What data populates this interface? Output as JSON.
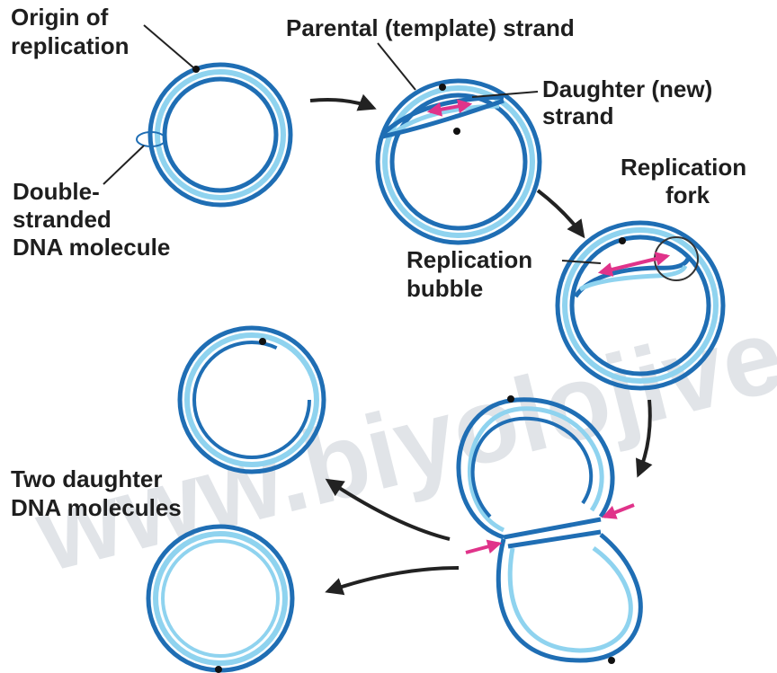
{
  "labels": {
    "origin_line1": "Origin of",
    "origin_line2": "replication",
    "parental": "Parental (template) strand",
    "daughter_line1": "Daughter (new)",
    "daughter_line2": "strand",
    "ds_line1": "Double-",
    "ds_line2": "stranded",
    "ds_line3": "DNA molecule",
    "fork_line1": "Replication",
    "fork_line2": "fork",
    "bubble_line1": "Replication",
    "bubble_line2": "bubble",
    "two_line1": "Two daughter",
    "two_line2": "DNA molecules"
  },
  "watermark": "www.biyolojive",
  "colors": {
    "parental_strand": "#1f6eb4",
    "daughter_strand": "#8fd3ef",
    "arrow": "#222222",
    "replication_direction_arrow": "#e0338a",
    "text": "#1e1e1e"
  }
}
